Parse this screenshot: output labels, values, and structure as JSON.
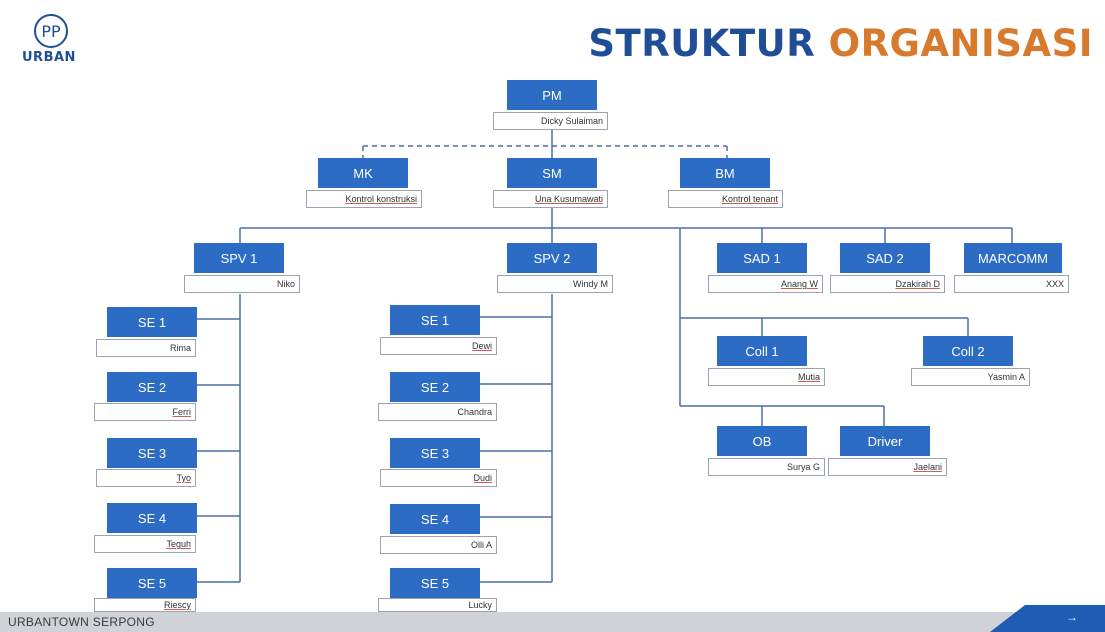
{
  "logo": {
    "mark": "PP",
    "name": "URBAN"
  },
  "title": {
    "part1": "STRUKTUR",
    "part2": "ORGANISASI"
  },
  "colors": {
    "node_fill": "#2d6cc4",
    "title_blue": "#1f4e96",
    "title_orange": "#d87a2d",
    "line": "#4a6fa5"
  },
  "footer": {
    "text": "URBANTOWN SERPONG",
    "icon": "arrow-icon"
  },
  "nodes": [
    {
      "id": "pm",
      "role": "PM",
      "name": "Dicky Sulaiman"
    },
    {
      "id": "mk",
      "role": "MK",
      "name": "Kontrol konstruksi"
    },
    {
      "id": "sm",
      "role": "SM",
      "name": "Una Kusumawati"
    },
    {
      "id": "bm",
      "role": "BM",
      "name": "Kontrol tenant"
    },
    {
      "id": "spv1",
      "role": "SPV 1",
      "name": "Niko"
    },
    {
      "id": "spv2",
      "role": "SPV 2",
      "name": "Windy M"
    },
    {
      "id": "sad1",
      "role": "SAD 1",
      "name": "Anang W"
    },
    {
      "id": "sad2",
      "role": "SAD 2",
      "name": "Dzakirah  D"
    },
    {
      "id": "marcomm",
      "role": "MARCOMM",
      "name": "XXX"
    },
    {
      "id": "se1a",
      "role": "SE 1",
      "name": "Rima"
    },
    {
      "id": "se2a",
      "role": "SE 2",
      "name": "Ferri"
    },
    {
      "id": "se3a",
      "role": "SE 3",
      "name": "Tyo"
    },
    {
      "id": "se4a",
      "role": "SE 4",
      "name": "Teguh"
    },
    {
      "id": "se5a",
      "role": "SE 5",
      "name": "Riescy"
    },
    {
      "id": "se1b",
      "role": "SE 1",
      "name": "Dewi"
    },
    {
      "id": "se2b",
      "role": "SE 2",
      "name": "Chandra"
    },
    {
      "id": "se3b",
      "role": "SE 3",
      "name": "Dudi"
    },
    {
      "id": "se4b",
      "role": "SE 4",
      "name": "Olli A"
    },
    {
      "id": "se5b",
      "role": "SE 5",
      "name": "Lucky"
    },
    {
      "id": "coll1",
      "role": "Coll 1",
      "name": "Mutia"
    },
    {
      "id": "coll2",
      "role": "Coll 2",
      "name": "Yasmin A"
    },
    {
      "id": "ob",
      "role": "OB",
      "name": "Surya G"
    },
    {
      "id": "driver",
      "role": "Driver",
      "name": "Jaelani"
    }
  ],
  "edges": [
    {
      "from": "pm",
      "to": "mk",
      "style": "dashed"
    },
    {
      "from": "pm",
      "to": "sm",
      "style": "solid"
    },
    {
      "from": "pm",
      "to": "bm",
      "style": "dashed"
    },
    {
      "from": "sm",
      "to": "spv1",
      "style": "solid"
    },
    {
      "from": "sm",
      "to": "spv2",
      "style": "solid"
    },
    {
      "from": "sm",
      "to": "sad1",
      "style": "solid"
    },
    {
      "from": "sm",
      "to": "sad2",
      "style": "solid"
    },
    {
      "from": "sm",
      "to": "marcomm",
      "style": "solid"
    },
    {
      "from": "sm",
      "to": "coll1",
      "style": "solid"
    },
    {
      "from": "sm",
      "to": "coll2",
      "style": "solid"
    },
    {
      "from": "sm",
      "to": "ob",
      "style": "solid"
    },
    {
      "from": "sm",
      "to": "driver",
      "style": "solid"
    },
    {
      "from": "spv1",
      "to": "se1a",
      "style": "solid"
    },
    {
      "from": "spv1",
      "to": "se2a",
      "style": "solid"
    },
    {
      "from": "spv1",
      "to": "se3a",
      "style": "solid"
    },
    {
      "from": "spv1",
      "to": "se4a",
      "style": "solid"
    },
    {
      "from": "spv1",
      "to": "se5a",
      "style": "solid"
    },
    {
      "from": "spv2",
      "to": "se1b",
      "style": "solid"
    },
    {
      "from": "spv2",
      "to": "se2b",
      "style": "solid"
    },
    {
      "from": "spv2",
      "to": "se3b",
      "style": "solid"
    },
    {
      "from": "spv2",
      "to": "se4b",
      "style": "solid"
    },
    {
      "from": "spv2",
      "to": "se5b",
      "style": "solid"
    }
  ]
}
